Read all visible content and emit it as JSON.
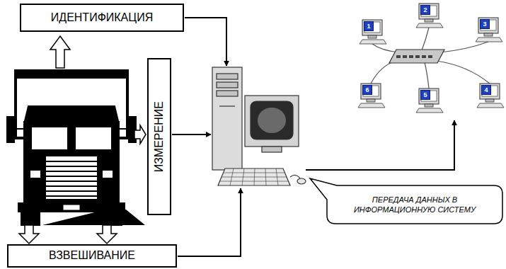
{
  "diagram": {
    "nodes": [
      {
        "text": [
          "ИДЕНТИФИКАЦИЯ"
        ]
      },
      {
        "text": [
          "ИЗМЕРЕНИЕ"
        ]
      },
      {
        "text": [
          "ПЕРЕДАЧА ДАННЫХ В ИНФОРМАЦИОННУЮ СИСТЕМУ"
        ]
      },
      {
        "text": [
          "ВЗВЕШИВАНИЕ"
        ]
      }
    ],
    "labels": [
      "1",
      "2",
      "3",
      "4",
      "5",
      "6"
    ]
  }
}
